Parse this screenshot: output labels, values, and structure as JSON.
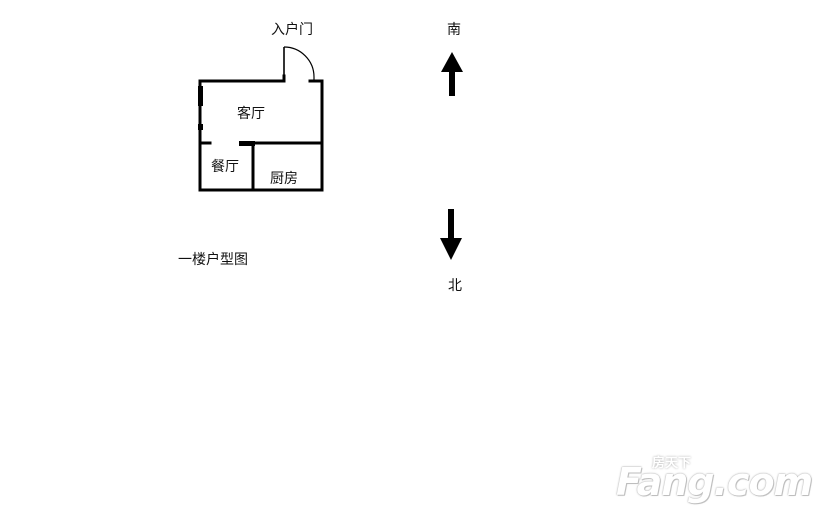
{
  "labels": {
    "entrance_door": "入户门",
    "living_room": "客厅",
    "dining_room": "餐厅",
    "kitchen": "厨房",
    "floor_plan_title": "一楼户型图",
    "south": "南",
    "north": "北"
  },
  "watermark": {
    "brand": "Fang.com",
    "brand_cn": "房天下"
  },
  "colors": {
    "wall": "#000000",
    "background": "#ffffff",
    "watermark_shadow": "#b8b8b8"
  }
}
